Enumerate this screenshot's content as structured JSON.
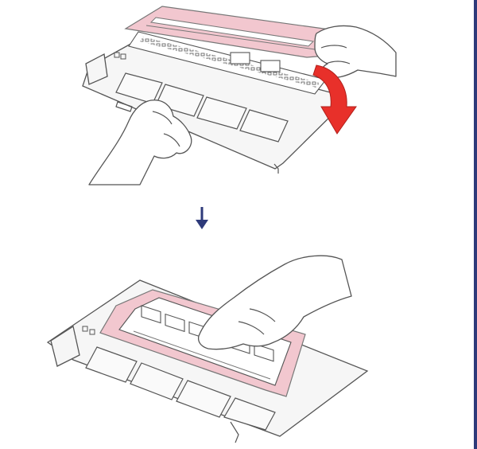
{
  "diagram": {
    "steps": [
      {
        "id": "step-1",
        "action": "close-film-cover"
      },
      {
        "id": "step-2",
        "action": "press-cover-closed"
      }
    ]
  },
  "colors": {
    "film_cover": "#f2c7cf",
    "rotation_arrow": "#e8302a",
    "down_arrow": "#2e3a7a",
    "frame_border": "#2e3a7a"
  },
  "icons": {
    "rotation_arrow": "curved-arrow-icon",
    "step_arrow": "arrow-down-icon"
  }
}
